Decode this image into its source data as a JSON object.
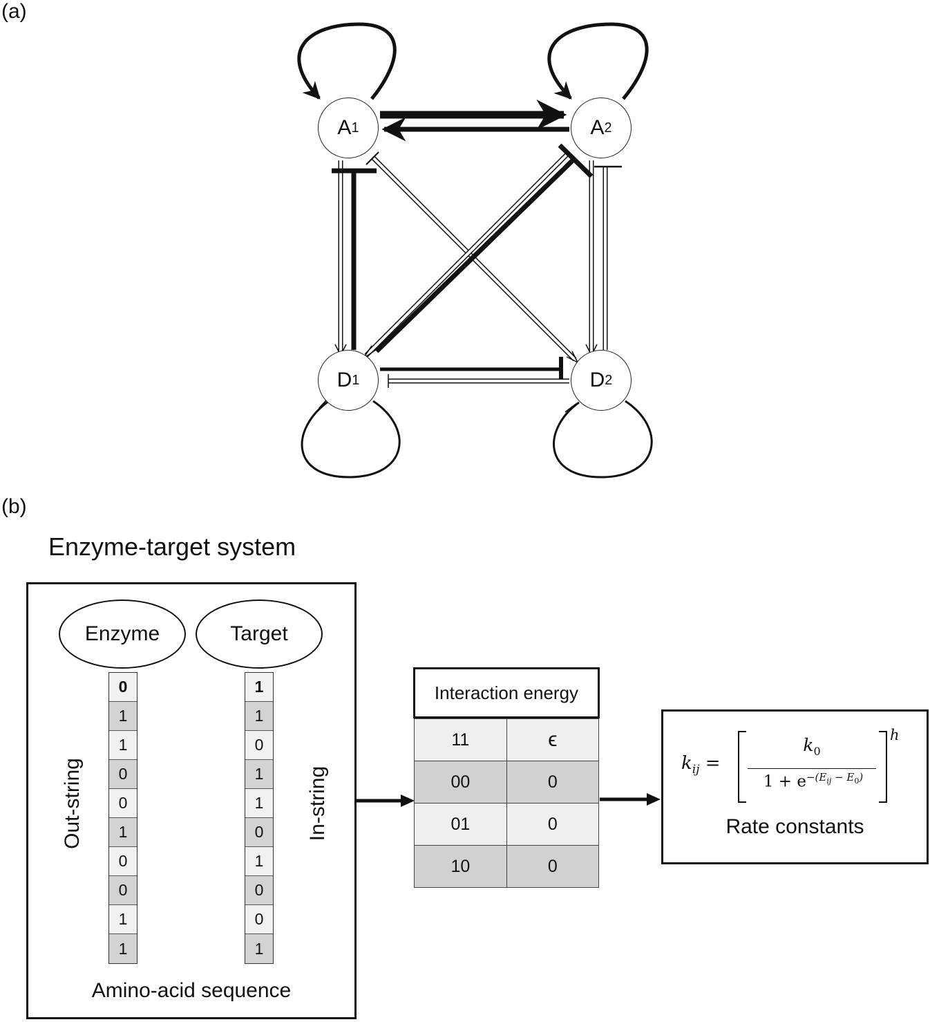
{
  "panel_a": {
    "label": "(a)",
    "nodes": {
      "a1": {
        "base": "A",
        "sub": "1"
      },
      "a2": {
        "base": "A",
        "sub": "2"
      },
      "d1": {
        "base": "D",
        "sub": "1"
      },
      "d2": {
        "base": "D",
        "sub": "2"
      }
    }
  },
  "panel_b": {
    "label": "(b)",
    "title": "Enzyme-target system",
    "enzyme_label": "Enzyme",
    "target_label": "Target",
    "out_string_label": "Out-string",
    "in_string_label": "In-string",
    "footer": "Amino-acid sequence",
    "out_string": [
      "0",
      "1",
      "1",
      "0",
      "0",
      "1",
      "0",
      "0",
      "1",
      "1"
    ],
    "in_string": [
      "1",
      "1",
      "0",
      "1",
      "1",
      "0",
      "1",
      "0",
      "0",
      "1"
    ],
    "energy_table": {
      "title": "Interaction energy",
      "rows": [
        {
          "pair": "11",
          "value": "ϵ"
        },
        {
          "pair": "00",
          "value": "0"
        },
        {
          "pair": "01",
          "value": "0"
        },
        {
          "pair": "10",
          "value": "0"
        }
      ]
    },
    "rate": {
      "lhs": "k",
      "lhs_sub": "ij",
      "eq": "=",
      "numerator": "k",
      "numerator_sub": "0",
      "denominator_prefix": "1 + e",
      "exponent": "−(E",
      "exponent_sub1": "ij",
      "exponent_mid": " − E",
      "exponent_sub2": "0",
      "exponent_end": ")",
      "power": "h",
      "caption": "Rate constants"
    }
  }
}
